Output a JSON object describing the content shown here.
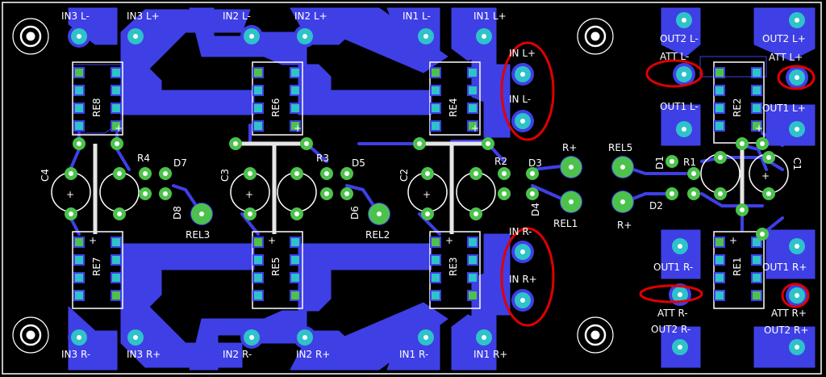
{
  "board": {
    "colors": {
      "background": "#000000",
      "copper": "#3f3fe6",
      "pad": "#2ec2c9",
      "pad_ring": "#3f3fe6",
      "via": "#4cc24c",
      "silkscreen": "#ffffff",
      "highlight": "#e00000"
    },
    "connector_labels": {
      "in3_l_minus": "IN3 L-",
      "in3_l_plus": "IN3 L+",
      "in2_l_minus": "IN2 L-",
      "in2_l_plus": "IN2 L+",
      "in1_l_minus": "IN1 L-",
      "in1_l_plus": "IN1 L+",
      "in_l_plus": "IN L+",
      "in_l_minus": "IN L-",
      "in_r_minus": "IN R-",
      "in_r_plus": "IN R+",
      "in3_r_minus": "IN3 R-",
      "in3_r_plus": "IN3 R+",
      "in2_r_minus": "IN2 R-",
      "in2_r_plus": "IN2 R+",
      "in1_r_minus": "IN1 R-",
      "in1_r_plus": "IN1 R+",
      "out2_l_minus": "OUT2 L-",
      "out2_l_plus": "OUT2 L+",
      "att_l_minus": "ATT L-",
      "att_l_plus": "ATT L+",
      "out1_l_minus": "OUT1 L-",
      "out1_l_plus": "OUT1  L+",
      "out1_r_minus": "OUT1 R-",
      "out1_r_plus": "OUT1 R+",
      "att_r_minus": "ATT R-",
      "att_r_plus": "ATT R+",
      "out2_r_minus": "OUT2 R-",
      "out2_r_plus": "OUT2 R+",
      "r_plus_top": "R+",
      "r_plus_right": "R+",
      "rel1": "REL1",
      "rel2": "REL2",
      "rel3": "REL3",
      "rel5": "REL5"
    },
    "designators": {
      "re1": "RE1",
      "re2": "RE2",
      "re3": "RE3",
      "re4": "RE4",
      "re5": "RE5",
      "re6": "RE6",
      "re7": "RE7",
      "re8": "RE8",
      "r1": "R1",
      "r2": "R2",
      "r3": "R3",
      "r4": "R4",
      "d1": "D1",
      "d2": "D2",
      "d3": "D3",
      "d4": "D4",
      "d5": "D5",
      "d6": "D6",
      "d7": "D7",
      "d8": "D8",
      "c1": "C1",
      "c2": "C2",
      "c3": "C3",
      "c4": "C4",
      "plus": "+"
    }
  }
}
